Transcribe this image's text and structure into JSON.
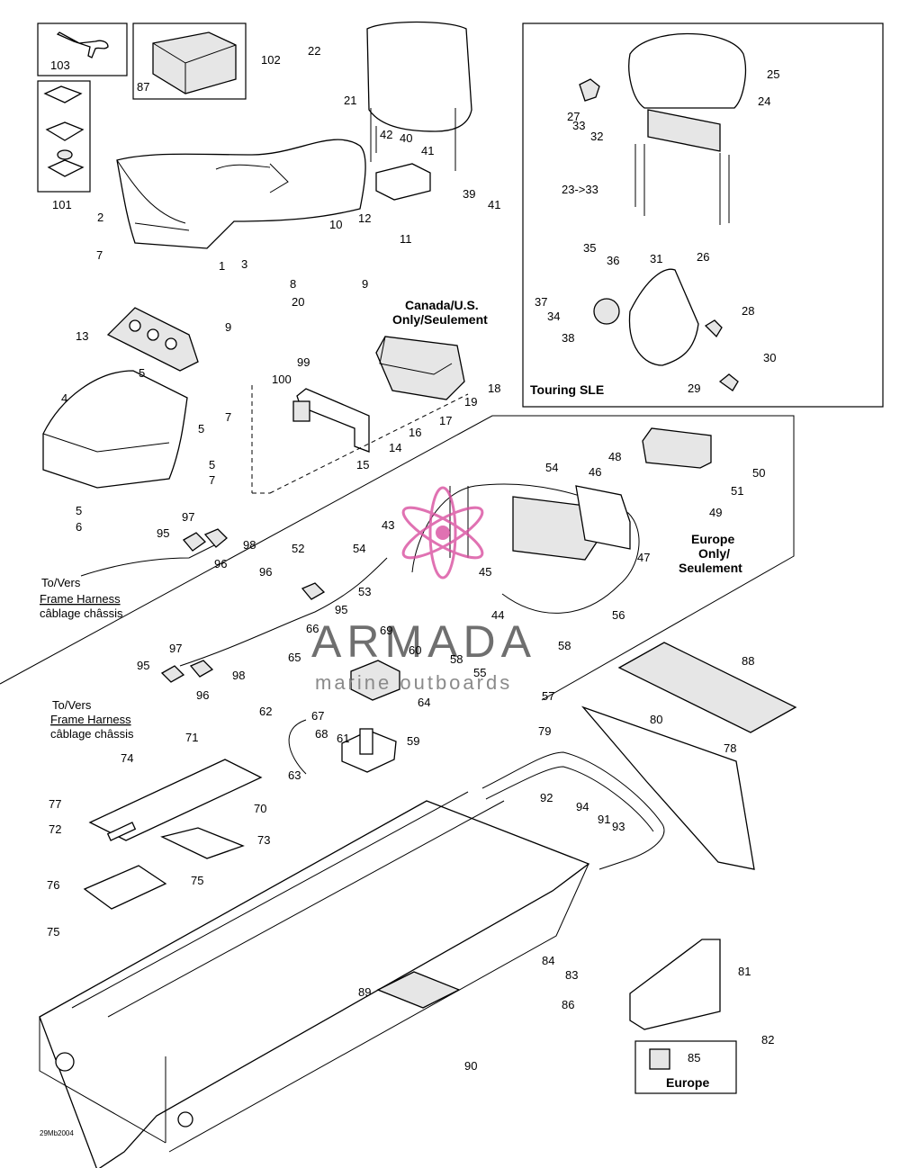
{
  "watermark": {
    "title": "ARMADA",
    "subtitle": "marine outboards",
    "logo_color": "#d94fa0"
  },
  "figure_code": "29Mb2004",
  "captions": {
    "canada_line1": "Canada/U.S.",
    "canada_line2": "Only/Seulement",
    "touring": "Touring SLE",
    "europe_only_1": "Europe",
    "europe_only_2": "Only/",
    "europe_only_3": "Seulement",
    "europe_box": "Europe",
    "harness_top_1": "To/Vers",
    "harness_top_2": "Frame Harness",
    "harness_top_3": "câblage châssis",
    "harness_bot_1": "To/Vers",
    "harness_bot_2": "Frame Harness",
    "harness_bot_3": "câblage châssis"
  },
  "callouts": [
    {
      "id": "c103",
      "text": "103"
    },
    {
      "id": "c102",
      "text": "102"
    },
    {
      "id": "c87",
      "text": "87"
    },
    {
      "id": "c101",
      "text": "101"
    },
    {
      "id": "c22",
      "text": "22"
    },
    {
      "id": "c21",
      "text": "21"
    },
    {
      "id": "c42",
      "text": "42"
    },
    {
      "id": "c40",
      "text": "40"
    },
    {
      "id": "c41a",
      "text": "41"
    },
    {
      "id": "c39",
      "text": "39"
    },
    {
      "id": "c41b",
      "text": "41"
    },
    {
      "id": "c2",
      "text": "2"
    },
    {
      "id": "c10",
      "text": "10"
    },
    {
      "id": "c12",
      "text": "12"
    },
    {
      "id": "c11",
      "text": "11"
    },
    {
      "id": "c1",
      "text": "1"
    },
    {
      "id": "c7a",
      "text": "7"
    },
    {
      "id": "c3",
      "text": "3"
    },
    {
      "id": "c8",
      "text": "8"
    },
    {
      "id": "c20",
      "text": "20"
    },
    {
      "id": "c9a",
      "text": "9"
    },
    {
      "id": "c13",
      "text": "13"
    },
    {
      "id": "c9b",
      "text": "9"
    },
    {
      "id": "c5a",
      "text": "5"
    },
    {
      "id": "c4",
      "text": "4"
    },
    {
      "id": "c5b",
      "text": "5"
    },
    {
      "id": "c7b",
      "text": "7"
    },
    {
      "id": "c5c",
      "text": "5"
    },
    {
      "id": "c7c",
      "text": "7"
    },
    {
      "id": "c5d",
      "text": "5"
    },
    {
      "id": "c6",
      "text": "6"
    },
    {
      "id": "c25",
      "text": "25"
    },
    {
      "id": "c24",
      "text": "24"
    },
    {
      "id": "c27",
      "text": "27"
    },
    {
      "id": "c33",
      "text": "33"
    },
    {
      "id": "c32",
      "text": "32"
    },
    {
      "id": "c23",
      "text": "23->33"
    },
    {
      "id": "c35",
      "text": "35"
    },
    {
      "id": "c36",
      "text": "36"
    },
    {
      "id": "c31",
      "text": "31"
    },
    {
      "id": "c26",
      "text": "26"
    },
    {
      "id": "c37",
      "text": "37"
    },
    {
      "id": "c34",
      "text": "34"
    },
    {
      "id": "c28",
      "text": "28"
    },
    {
      "id": "c38",
      "text": "38"
    },
    {
      "id": "c30",
      "text": "30"
    },
    {
      "id": "c29",
      "text": "29"
    },
    {
      "id": "c100",
      "text": "100"
    },
    {
      "id": "c99",
      "text": "99"
    },
    {
      "id": "c18",
      "text": "18"
    },
    {
      "id": "c19",
      "text": "19"
    },
    {
      "id": "c16",
      "text": "16"
    },
    {
      "id": "c17",
      "text": "17"
    },
    {
      "id": "c14",
      "text": "14"
    },
    {
      "id": "c15",
      "text": "15"
    },
    {
      "id": "c54a",
      "text": "54"
    },
    {
      "id": "c48",
      "text": "48"
    },
    {
      "id": "c46",
      "text": "46"
    },
    {
      "id": "c50",
      "text": "50"
    },
    {
      "id": "c51",
      "text": "51"
    },
    {
      "id": "c49",
      "text": "49"
    },
    {
      "id": "c43",
      "text": "43"
    },
    {
      "id": "c47",
      "text": "47"
    },
    {
      "id": "c97a",
      "text": "97"
    },
    {
      "id": "c95a",
      "text": "95"
    },
    {
      "id": "c98a",
      "text": "98"
    },
    {
      "id": "c96a",
      "text": "96"
    },
    {
      "id": "c52",
      "text": "52"
    },
    {
      "id": "c54b",
      "text": "54"
    },
    {
      "id": "c45",
      "text": "45"
    },
    {
      "id": "c96b",
      "text": "96"
    },
    {
      "id": "c53",
      "text": "53"
    },
    {
      "id": "c95b",
      "text": "95"
    },
    {
      "id": "c44",
      "text": "44"
    },
    {
      "id": "c56",
      "text": "56"
    },
    {
      "id": "c66",
      "text": "66"
    },
    {
      "id": "c69",
      "text": "69"
    },
    {
      "id": "c58a",
      "text": "58"
    },
    {
      "id": "c58b",
      "text": "58"
    },
    {
      "id": "c60",
      "text": "60"
    },
    {
      "id": "c65",
      "text": "65"
    },
    {
      "id": "c55",
      "text": "55"
    },
    {
      "id": "c57",
      "text": "57"
    },
    {
      "id": "c97b",
      "text": "97"
    },
    {
      "id": "c95c",
      "text": "95"
    },
    {
      "id": "c98b",
      "text": "98"
    },
    {
      "id": "c96c",
      "text": "96"
    },
    {
      "id": "c88",
      "text": "88"
    },
    {
      "id": "c64",
      "text": "64"
    },
    {
      "id": "c62",
      "text": "62"
    },
    {
      "id": "c67",
      "text": "67"
    },
    {
      "id": "c68",
      "text": "68"
    },
    {
      "id": "c80",
      "text": "80"
    },
    {
      "id": "c79",
      "text": "79"
    },
    {
      "id": "c61",
      "text": "61"
    },
    {
      "id": "c59",
      "text": "59"
    },
    {
      "id": "c78",
      "text": "78"
    },
    {
      "id": "c71",
      "text": "71"
    },
    {
      "id": "c74",
      "text": "74"
    },
    {
      "id": "c63",
      "text": "63"
    },
    {
      "id": "c92",
      "text": "92"
    },
    {
      "id": "c77",
      "text": "77"
    },
    {
      "id": "c70",
      "text": "70"
    },
    {
      "id": "c94",
      "text": "94"
    },
    {
      "id": "c72",
      "text": "72"
    },
    {
      "id": "c91",
      "text": "91"
    },
    {
      "id": "c93",
      "text": "93"
    },
    {
      "id": "c73",
      "text": "73"
    },
    {
      "id": "c75a",
      "text": "75"
    },
    {
      "id": "c76",
      "text": "76"
    },
    {
      "id": "c75b",
      "text": "75"
    },
    {
      "id": "c84",
      "text": "84"
    },
    {
      "id": "c81",
      "text": "81"
    },
    {
      "id": "c83",
      "text": "83"
    },
    {
      "id": "c89",
      "text": "89"
    },
    {
      "id": "c86",
      "text": "86"
    },
    {
      "id": "c82",
      "text": "82"
    },
    {
      "id": "c90",
      "text": "90"
    },
    {
      "id": "c85",
      "text": "85"
    }
  ]
}
